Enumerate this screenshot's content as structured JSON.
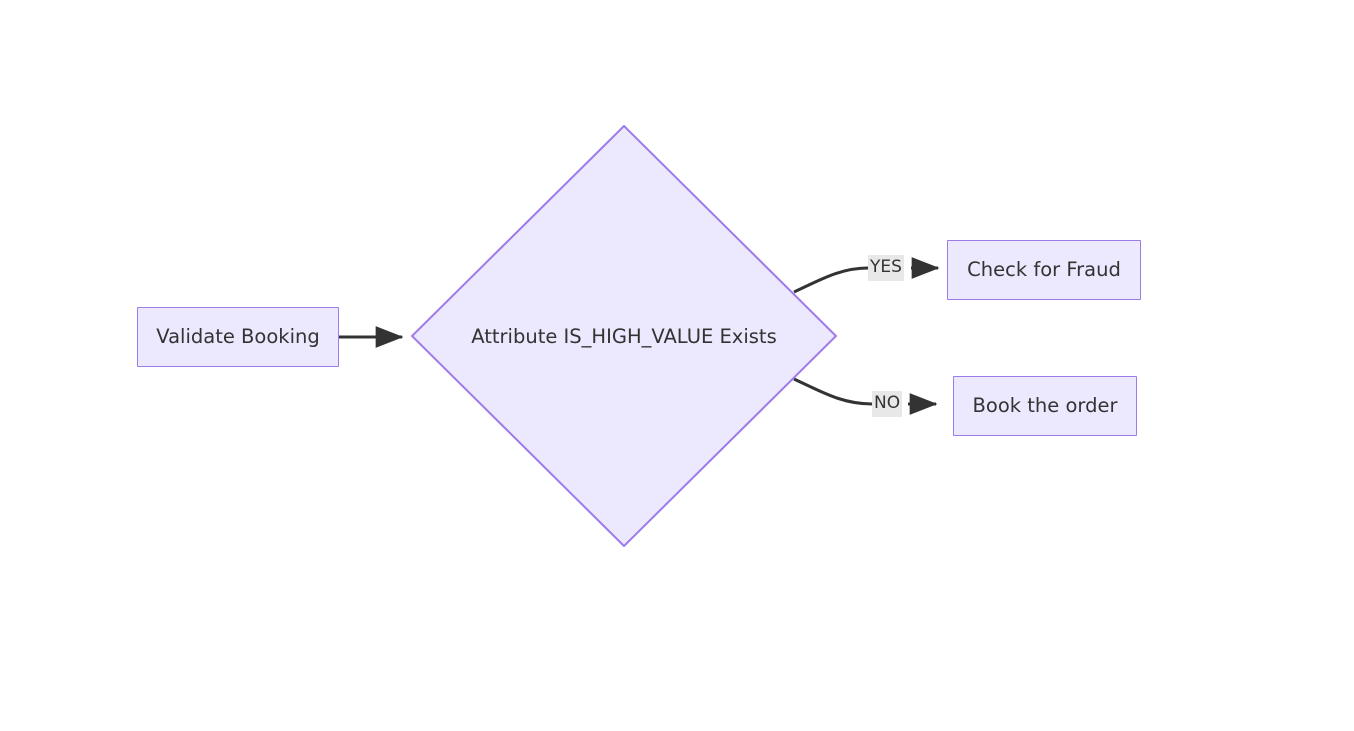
{
  "diagram": {
    "type": "flowchart",
    "direction": "left-to-right",
    "background_color": "#ffffff",
    "node_fill_color": "#ece8fd",
    "node_border_color": "#9d7bea",
    "edge_color": "#333333",
    "text_color": "#333333",
    "edge_label_background": "#e8e8e8",
    "nodes": [
      {
        "id": "validate-booking",
        "label": "Validate Booking",
        "shape": "rectangle"
      },
      {
        "id": "decision",
        "label": "Attribute IS_HIGH_VALUE Exists",
        "shape": "diamond"
      },
      {
        "id": "check-fraud",
        "label": "Check for Fraud",
        "shape": "rectangle"
      },
      {
        "id": "book-order",
        "label": "Book the order",
        "shape": "rectangle"
      }
    ],
    "edges": [
      {
        "from": "validate-booking",
        "to": "decision",
        "label": ""
      },
      {
        "from": "decision",
        "to": "check-fraud",
        "label": "YES"
      },
      {
        "from": "decision",
        "to": "book-order",
        "label": "NO"
      }
    ]
  }
}
